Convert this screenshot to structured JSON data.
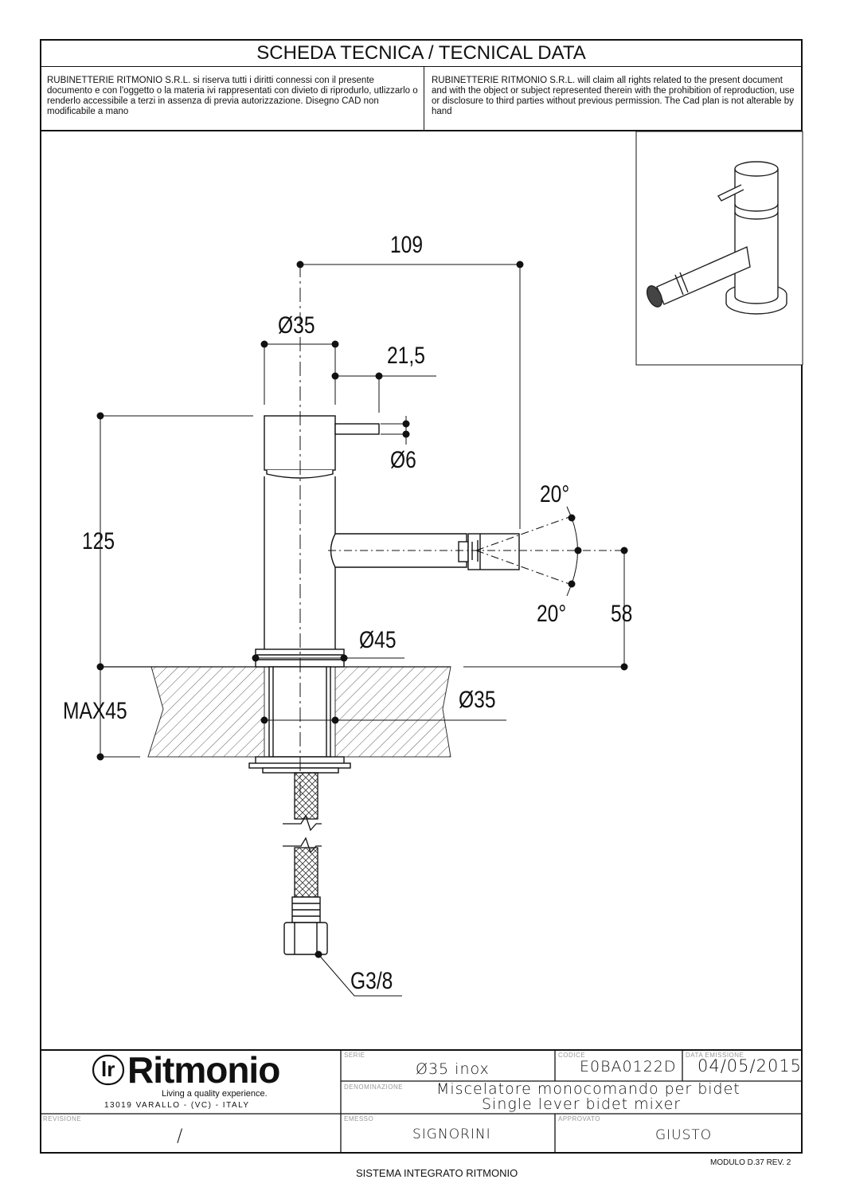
{
  "header": {
    "title": "SCHEDA TECNICA / TECNICAL DATA",
    "notice_it": "RUBINETTERIE RITMONIO S.R.L. si riserva tutti i diritti connessi con il presente documento e con l'oggetto o la materia ivi rappresentati con divieto di riprodurlo, utlizzarlo o renderlo accessibile a terzi in assenza di previa autorizzazione. Disegno CAD non modificabile a mano",
    "notice_en": "RUBINETTERIE RITMONIO S.R.L. will claim all rights related to the present document and with the object or subject represented therein with the prohibition  of reproduction, use or disclosure to third parties without previous permission.  The Cad plan is not alterable by hand"
  },
  "dimensions": {
    "length": "109",
    "body_diameter": "Ø35",
    "lever_offset": "21,5",
    "lever_diameter": "Ø6",
    "height": "125",
    "angle_up": "20°",
    "angle_down": "20°",
    "spout_height": "58",
    "base_diameter": "Ø45",
    "hole_diameter": "Ø35",
    "max_thickness": "MAX45",
    "thread": "G3/8"
  },
  "title_block": {
    "brand": "Ritmonio",
    "logo_letters": "lr",
    "tagline": "Living a quality experience.",
    "address": "13019 VARALLO - (VC) - ITALY",
    "serie_label": "SERIE",
    "serie_value": "Ø35 inox",
    "codice_label": "CODICE",
    "codice_value": "E0BA0122D",
    "data_label": "DATA EMISSIONE",
    "data_value": "04/05/2015",
    "denominazione_label": "DENOMINAZIONE",
    "denominazione_it": "Miscelatore monocomando per bidet",
    "denominazione_en": "Single lever bidet mixer",
    "revisione_label": "REVISIONE",
    "revisione_value": "/",
    "emesso_label": "EMESSO",
    "emesso_value": "SIGNORINI",
    "approvato_label": "APPROVATO",
    "approvato_value": "GIUSTO"
  },
  "footer": {
    "modulo": "MODULO D.37 REV. 2",
    "sistema": "SISTEMA INTEGRATO RITMONIO"
  }
}
